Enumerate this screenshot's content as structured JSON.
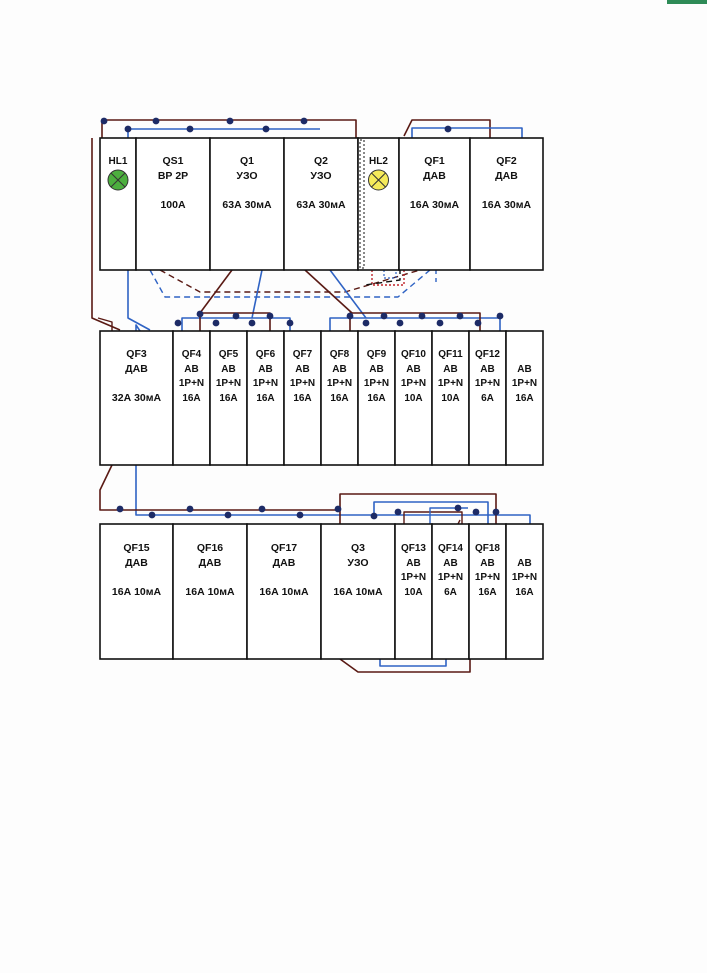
{
  "colors": {
    "brown": "#5a1a14",
    "blue": "#2f63c4",
    "black": "#111111",
    "red": "#c0242a",
    "lamp_green": "#4caf3e",
    "lamp_yellow": "#f5ea5a",
    "module_fill": "#ffffff",
    "node": "#1d2b66"
  },
  "rows": [
    {
      "name": "row-1",
      "modules": [
        {
          "id": "hl1",
          "lines": [
            "HL1"
          ],
          "lamp": "green"
        },
        {
          "id": "qs1",
          "lines": [
            "QS1",
            "ВР 2Р",
            "",
            "100А"
          ]
        },
        {
          "id": "q1",
          "lines": [
            "Q1",
            "УЗО",
            "",
            "63А 30мА"
          ]
        },
        {
          "id": "q2",
          "lines": [
            "Q2",
            "УЗО",
            "",
            "63А 30мА"
          ]
        },
        {
          "id": "hl2",
          "lines": [
            "HL2"
          ],
          "lamp": "yellow"
        },
        {
          "id": "qf1",
          "lines": [
            "QF1",
            "ДАВ",
            "",
            "16А 30мА"
          ]
        },
        {
          "id": "qf2",
          "lines": [
            "QF2",
            "ДАВ",
            "",
            "16А 30мА"
          ]
        }
      ]
    },
    {
      "name": "row-2",
      "modules": [
        {
          "id": "qf3",
          "lines": [
            "QF3",
            "ДАВ",
            "",
            "32А 30мА"
          ]
        },
        {
          "id": "qf4",
          "lines": [
            "QF4",
            "АВ",
            "1Р+N",
            "16А"
          ]
        },
        {
          "id": "qf5",
          "lines": [
            "QF5",
            "АВ",
            "1Р+N",
            "16А"
          ]
        },
        {
          "id": "qf6",
          "lines": [
            "QF6",
            "АВ",
            "1Р+N",
            "16А"
          ]
        },
        {
          "id": "qf7",
          "lines": [
            "QF7",
            "АВ",
            "1Р+N",
            "16А"
          ]
        },
        {
          "id": "qf8",
          "lines": [
            "QF8",
            "АВ",
            "1Р+N",
            "16А"
          ]
        },
        {
          "id": "qf9",
          "lines": [
            "QF9",
            "АВ",
            "1Р+N",
            "16А"
          ]
        },
        {
          "id": "qf10",
          "lines": [
            "QF10",
            "АВ",
            "1Р+N",
            "10А"
          ]
        },
        {
          "id": "qf11",
          "lines": [
            "QF11",
            "АВ",
            "1Р+N",
            "10А"
          ]
        },
        {
          "id": "qf12",
          "lines": [
            "QF12",
            "АВ",
            "1Р+N",
            "6А"
          ]
        },
        {
          "id": "ab-spare-1",
          "lines": [
            "",
            "АВ",
            "1Р+N",
            "16А"
          ]
        }
      ]
    },
    {
      "name": "row-3",
      "modules": [
        {
          "id": "qf15",
          "lines": [
            "QF15",
            "ДАВ",
            "",
            "16А 10мА"
          ]
        },
        {
          "id": "qf16",
          "lines": [
            "QF16",
            "ДАВ",
            "",
            "16А 10мА"
          ]
        },
        {
          "id": "qf17",
          "lines": [
            "QF17",
            "ДАВ",
            "",
            "16А 10мА"
          ]
        },
        {
          "id": "q3",
          "lines": [
            "Q3",
            "УЗО",
            "",
            "16А 10мА"
          ]
        },
        {
          "id": "qf13",
          "lines": [
            "QF13",
            "АВ",
            "1Р+N",
            "10А"
          ]
        },
        {
          "id": "qf14",
          "lines": [
            "QF14",
            "АВ",
            "1Р+N",
            "6А"
          ]
        },
        {
          "id": "qf18",
          "lines": [
            "QF18",
            "АВ",
            "1Р+N",
            "16А"
          ]
        },
        {
          "id": "ab-spare-2",
          "lines": [
            "",
            "АВ",
            "1Р+N",
            "16А"
          ]
        }
      ]
    }
  ]
}
